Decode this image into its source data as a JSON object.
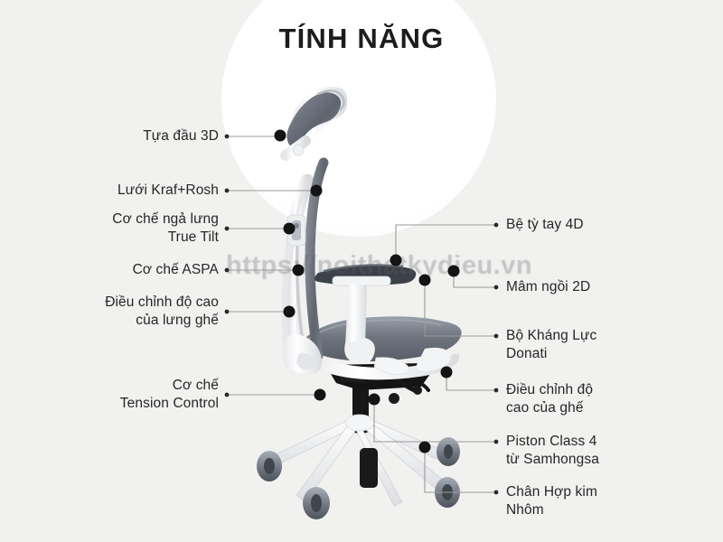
{
  "page": {
    "title": "TÍNH NĂNG",
    "background_color": "#f1f1f0",
    "circle_color": "#ffffff",
    "text_color": "#262626",
    "line_color": "#9a9a9a",
    "dot_color": "#141414",
    "watermark": "https://noithatkydieu.vn"
  },
  "labels_left": [
    {
      "text": "Tựa đầu 3D"
    },
    {
      "text": "Lưới Kraf+Rosh"
    },
    {
      "text": "Cơ chế ngả lưng\nTrue Tilt"
    },
    {
      "text": "Cơ chế ASPA"
    },
    {
      "text": "Điều chỉnh độ cao\ncủa lưng ghế"
    },
    {
      "text": "Cơ chế\nTension Control"
    }
  ],
  "labels_right": [
    {
      "text": "Bệ tỳ tay 4D"
    },
    {
      "text": "Mâm ngồi 2D"
    },
    {
      "text": "Bộ Kháng Lực\nDonati"
    },
    {
      "text": "Điều chỉnh độ\ncao của ghế"
    },
    {
      "text": "Piston Class 4\ntừ Samhongsa"
    },
    {
      "text": "Chân Hợp kim\nNhôm"
    }
  ],
  "product": {
    "name": "ergonomic-office-chair",
    "frame_color": "#ffffff",
    "mesh_color": "#6d7280",
    "mechanism_color": "#151515",
    "caster_color": "#7c828c"
  }
}
